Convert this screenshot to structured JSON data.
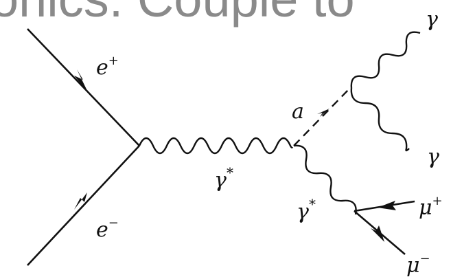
{
  "heading": {
    "text": "onics. Couple to"
  },
  "diagram": {
    "labels": {
      "e_plus": "e",
      "e_plus_sup": "+",
      "e_minus": "e",
      "e_minus_sup": "−",
      "gamma_star_1": "γ",
      "gamma_star_1_sup": "*",
      "gamma_star_2": "γ",
      "gamma_star_2_sup": "*",
      "axion": "a",
      "gamma_top": "γ",
      "gamma_bottom": "γ",
      "mu_plus": "μ",
      "mu_plus_sup": "+",
      "mu_minus": "μ",
      "mu_minus_sup": "−"
    }
  }
}
